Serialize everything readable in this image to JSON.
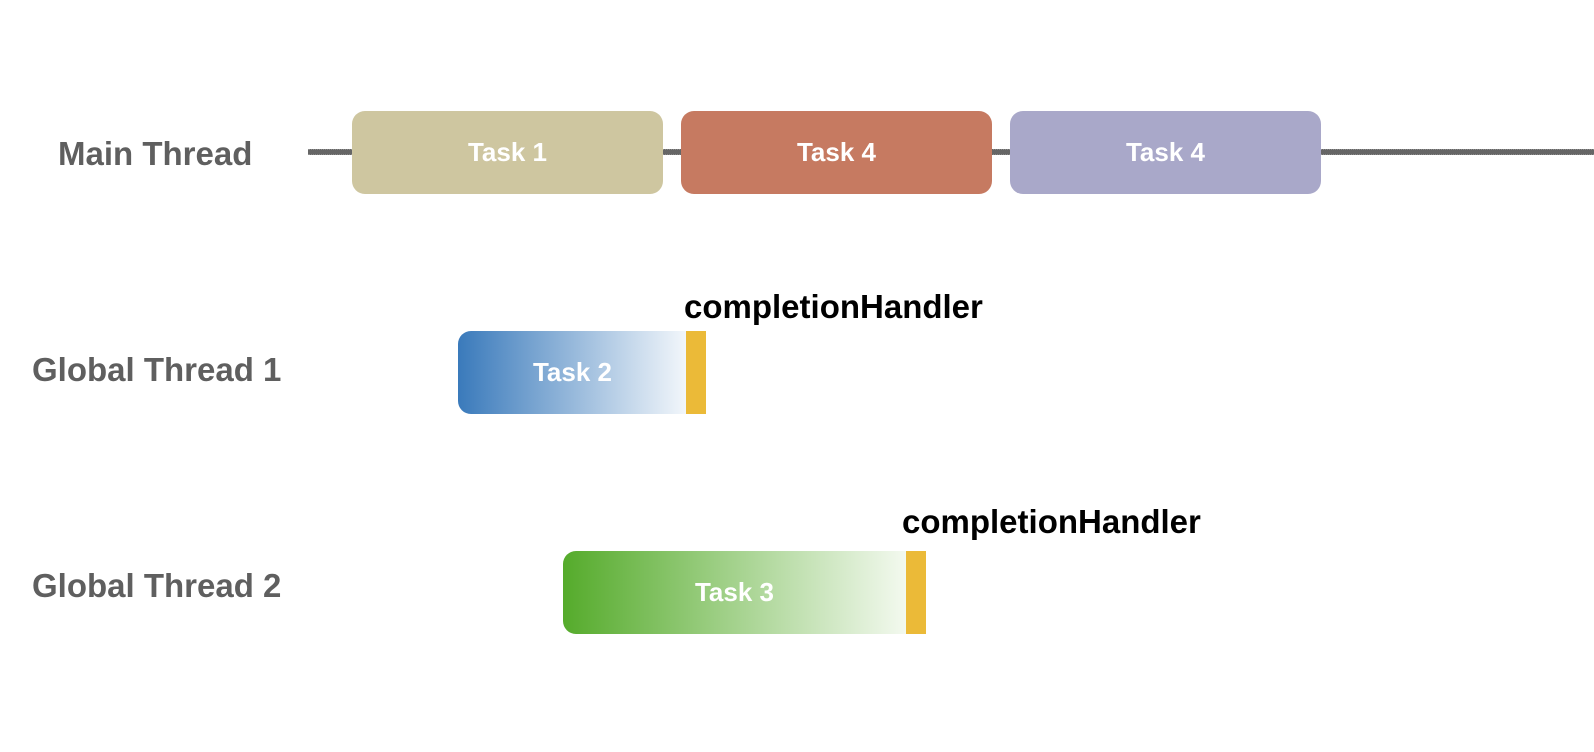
{
  "threads": [
    {
      "label": "Main Thread",
      "tasks": [
        {
          "label": "Task 1",
          "color": "#cec6a0"
        },
        {
          "label": "Task 4",
          "color": "#c67a61"
        },
        {
          "label": "Task 4",
          "color": "#a9a8c9"
        }
      ]
    },
    {
      "label": "Global Thread 1",
      "task": {
        "label": "Task 2",
        "gradient_start": "#3a7abb",
        "gradient_end": "#f3f7fb"
      },
      "handler": {
        "label": "completionHandler",
        "color": "#ebba38"
      }
    },
    {
      "label": "Global Thread 2",
      "task": {
        "label": "Task 3",
        "gradient_start": "#55ab2b",
        "gradient_end": "#f3f9ef"
      },
      "handler": {
        "label": "completionHandler",
        "color": "#ebba38"
      }
    }
  ],
  "colors": {
    "label_text": "#5f5f5f",
    "timeline": "#666666",
    "handler_text": "#000000"
  }
}
